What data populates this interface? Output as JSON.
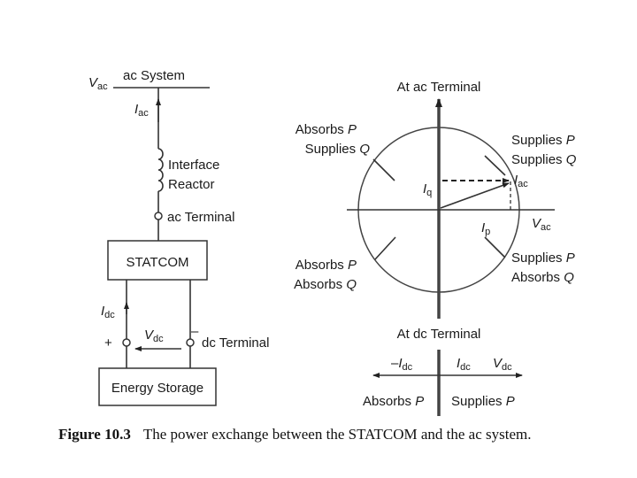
{
  "left": {
    "ac_system": "ac System",
    "v_sym": "V",
    "v_sub": "ac",
    "i_sym": "I",
    "i_sub": "ac",
    "reactor_line1": "Interface",
    "reactor_line2": "Reactor",
    "ac_terminal": "ac Terminal",
    "statcom": "STATCOM",
    "idc_sym": "I",
    "idc_sub": "dc",
    "plus": "+",
    "minus": "–",
    "vdc_sym": "V",
    "vdc_sub": "dc",
    "dc_terminal": "dc Terminal",
    "energy_storage": "Energy Storage"
  },
  "right": {
    "at_ac_terminal": "At ac Terminal",
    "q_tl": {
      "w1": "Absorbs",
      "v1": "P",
      "w2": "Supplies",
      "v2": "Q"
    },
    "q_tr": {
      "w1": "Supplies",
      "v1": "P",
      "w2": "Supplies",
      "v2": "Q"
    },
    "q_bl": {
      "w1": "Absorbs",
      "v1": "P",
      "w2": "Absorbs",
      "v2": "Q"
    },
    "q_br": {
      "w1": "Supplies",
      "v1": "P",
      "w2": "Absorbs",
      "v2": "Q"
    },
    "iq_sym": "I",
    "iq_sub": "q",
    "ip_sym": "I",
    "ip_sub": "p",
    "iac_sym": "I",
    "iac_sub": "ac",
    "vac_sym": "V",
    "vac_sub": "ac",
    "at_dc_terminal": "At dc Terminal",
    "neg_idc_sign": "–",
    "neg_idc_sym": "I",
    "neg_idc_sub": "dc",
    "idc_sym": "I",
    "idc_sub": "dc",
    "vdc_sym": "V",
    "vdc_sub": "dc",
    "dc_absorbs_w": "Absorbs",
    "dc_absorbs_v": "P",
    "dc_supplies_w": "Supplies",
    "dc_supplies_v": "P"
  },
  "caption": {
    "label": "Figure 10.3",
    "text": "The power exchange between the STATCOM and the ac system."
  },
  "colors": {
    "ink": "#1a1a1a",
    "axis": "#555555"
  }
}
